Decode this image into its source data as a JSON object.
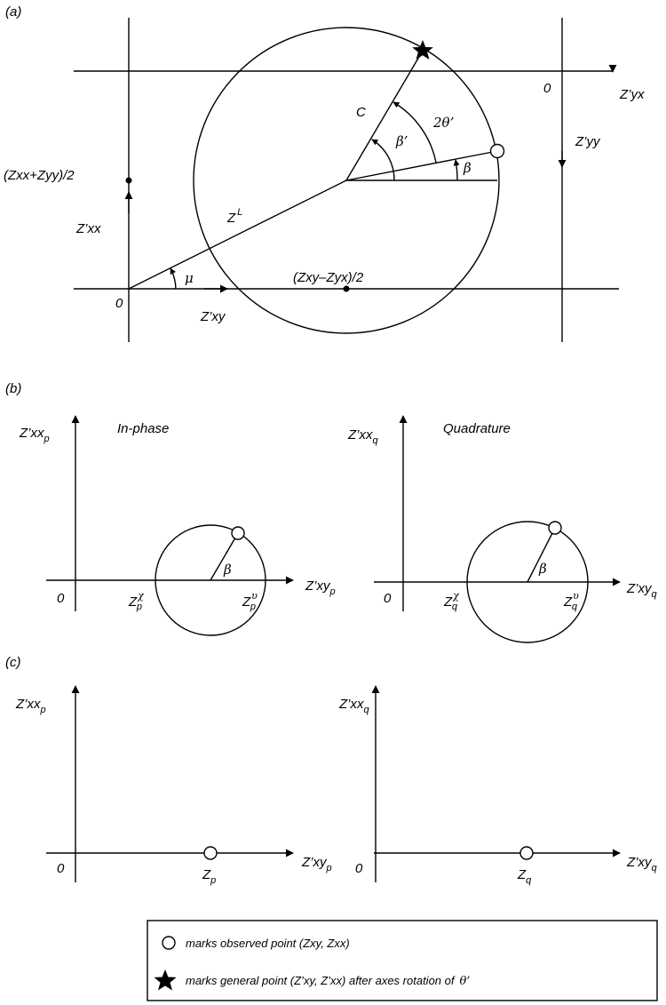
{
  "panel_a": {
    "tag": "(a)",
    "origin_xy": "0",
    "origin_yx": "0",
    "axis_zyx": "Z’yx",
    "axis_zyy": "Z’yy",
    "axis_zxx": "Z’xx",
    "axis_zxy": "Z’xy",
    "center_x_label": "(Zxy–Zyx)/2",
    "center_y_label": "(Zxx+Zyy)/2",
    "radius_label": "C",
    "zl_base": "Z",
    "zl_sup": "L",
    "mu": "μ",
    "beta": "β",
    "beta_prime": "β’",
    "two_theta": "2θ’"
  },
  "panel_b": {
    "tag": "(b)",
    "left": {
      "title": "In-phase",
      "y_axis": "Z’xx",
      "y_sub": "p",
      "x_axis": "Z’xy",
      "x_sub": "p",
      "origin": "0",
      "beta": "β",
      "chi_base": "Z",
      "chi_sup": "χ",
      "chi_sub": "p",
      "ups_base": "Z",
      "ups_sup": "υ",
      "ups_sub": "p"
    },
    "right": {
      "title": "Quadrature",
      "y_axis": "Z’xx",
      "y_sub": "q",
      "x_axis": "Z’xy",
      "x_sub": "q",
      "origin": "0",
      "beta": "β",
      "chi_base": "Z",
      "chi_sup": "χ",
      "chi_sub": "q",
      "ups_base": "Z",
      "ups_sup": "υ",
      "ups_sub": "q"
    }
  },
  "panel_c": {
    "tag": "(c)",
    "left": {
      "y_axis": "Z’xx",
      "y_sub": "p",
      "x_axis": "Z’xy",
      "x_sub": "p",
      "origin": "0",
      "point_base": "Z",
      "point_sub": "p"
    },
    "right": {
      "y_axis": "Z’xx",
      "y_sub": "q",
      "x_axis": "Z’xy",
      "x_sub": "q",
      "origin": "0",
      "point_base": "Z",
      "point_sub": "q"
    }
  },
  "legend": {
    "observed": "marks observed point (Zxy, Zxx)",
    "general": "marks general point (Z’xy, Z’xx) after axes rotation of",
    "theta": "θ’"
  }
}
